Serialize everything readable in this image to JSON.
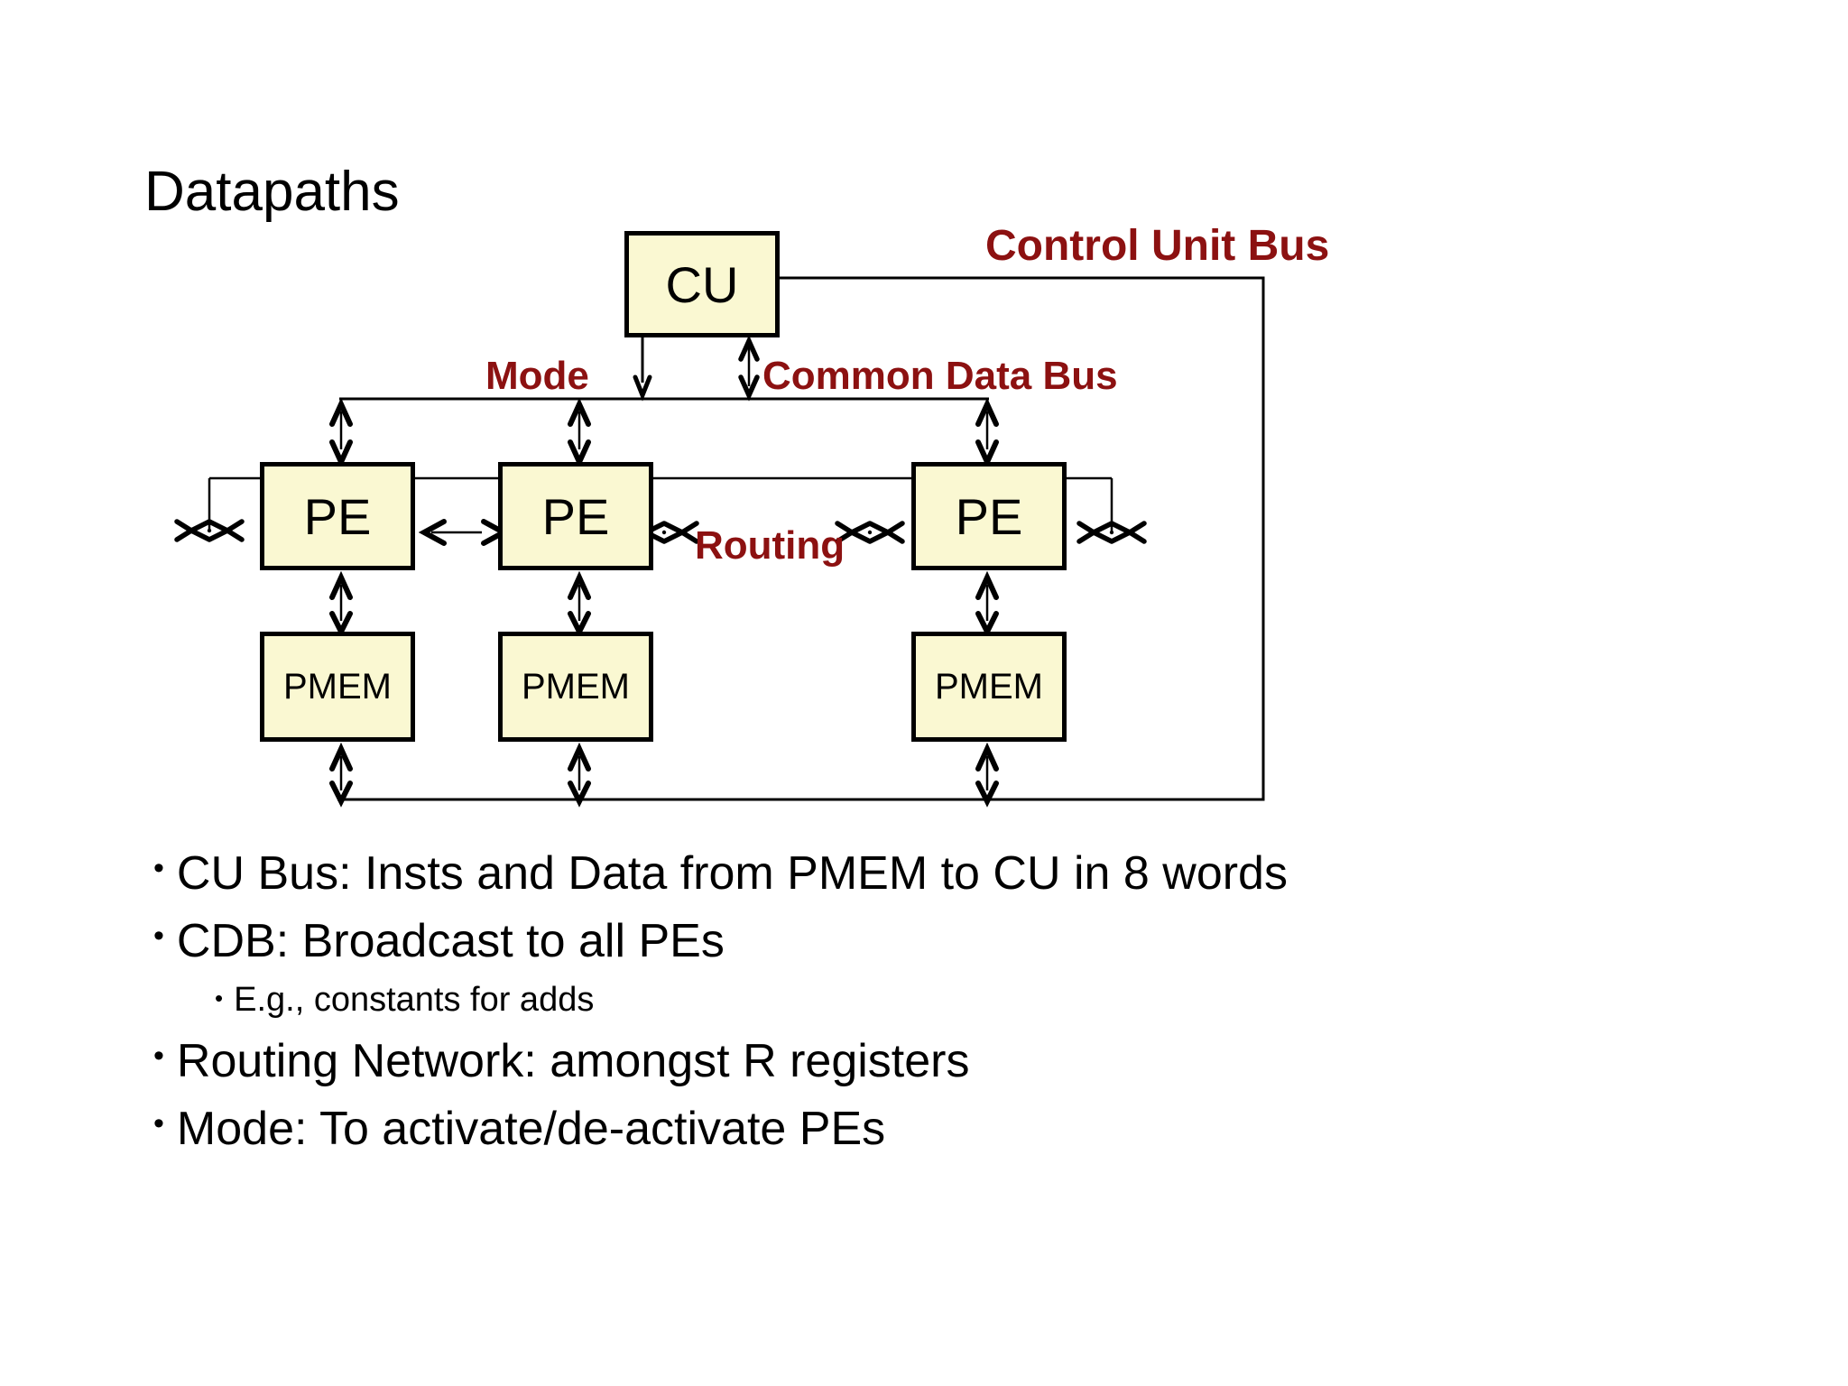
{
  "slide": {
    "title": "Datapaths",
    "background_color": "#ffffff",
    "accent_color": "#8C1111",
    "box_fill_color": "#FAF8D2",
    "box_border_color": "#000000"
  },
  "diagram": {
    "control_unit": {
      "label": "CU"
    },
    "processing_elements": [
      {
        "label": "PE"
      },
      {
        "label": "PE"
      },
      {
        "label": "PE"
      }
    ],
    "memories": [
      {
        "label": "PMEM"
      },
      {
        "label": "PMEM"
      },
      {
        "label": "PMEM"
      }
    ],
    "bus_labels": {
      "control_unit_bus": "Control Unit Bus",
      "mode": "Mode",
      "common_data_bus": "Common Data Bus",
      "routing": "Routing"
    }
  },
  "bullets": [
    {
      "level": 1,
      "marker": "•",
      "text": "CU Bus: Insts and Data from PMEM to CU in 8 words"
    },
    {
      "level": 1,
      "marker": "•",
      "text": "CDB: Broadcast to all PEs"
    },
    {
      "level": 2,
      "marker": "•",
      "text": "E.g., constants for adds"
    },
    {
      "level": 1,
      "marker": "•",
      "text": "Routing Network: amongst R registers"
    },
    {
      "level": 1,
      "marker": "•",
      "text": "Mode: To activate/de-activate PEs"
    }
  ]
}
